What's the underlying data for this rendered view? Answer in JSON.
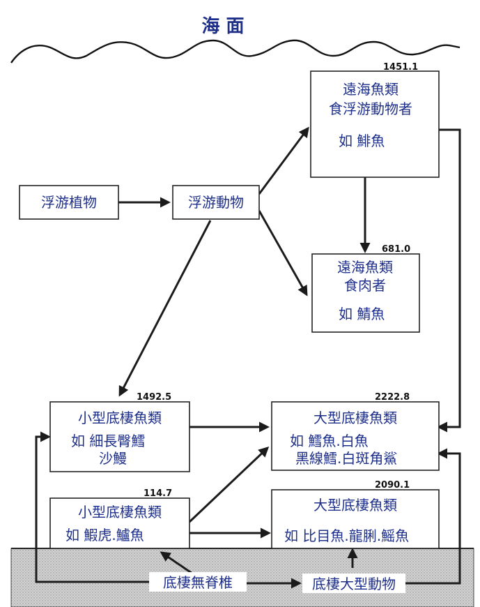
{
  "title": "海 面",
  "nodes": {
    "phytoplankton": {
      "label": "浮游植物"
    },
    "zooplankton": {
      "label": "浮游動物"
    },
    "pelagic_planktivore": {
      "number": "1451.1",
      "lines": [
        "遠海魚類",
        "食浮游動物者"
      ],
      "example": "如  鯡魚"
    },
    "pelagic_carnivore": {
      "number": "681.0",
      "lines": [
        "遠海魚類",
        "食肉者"
      ],
      "example": "如  鯖魚"
    },
    "small_demersal_a": {
      "number": "1492.5",
      "lines": [
        "小型底棲魚類"
      ],
      "example_lines": [
        "如  細長臀鱈",
        "沙鰻"
      ]
    },
    "large_demersal_a": {
      "number": "2222.8",
      "lines": [
        "大型底棲魚類"
      ],
      "example_lines": [
        "如  鱈魚.白魚",
        "黑線鱈.白斑角鯊"
      ]
    },
    "small_demersal_b": {
      "number": "114.7",
      "lines": [
        "小型底棲魚類"
      ],
      "example": "如  鰕虎.鱸魚"
    },
    "large_demersal_b": {
      "number": "2090.1",
      "lines": [
        "大型底棲魚類"
      ],
      "example": "如  比目魚.龍脷.鰩魚"
    }
  },
  "seabed": {
    "left_label": "底棲無脊椎",
    "right_label": "底棲大型動物"
  },
  "colors": {
    "text": "#1e2f8a",
    "lines": "#1b1b1b",
    "seabed": "#c8c8c8"
  }
}
